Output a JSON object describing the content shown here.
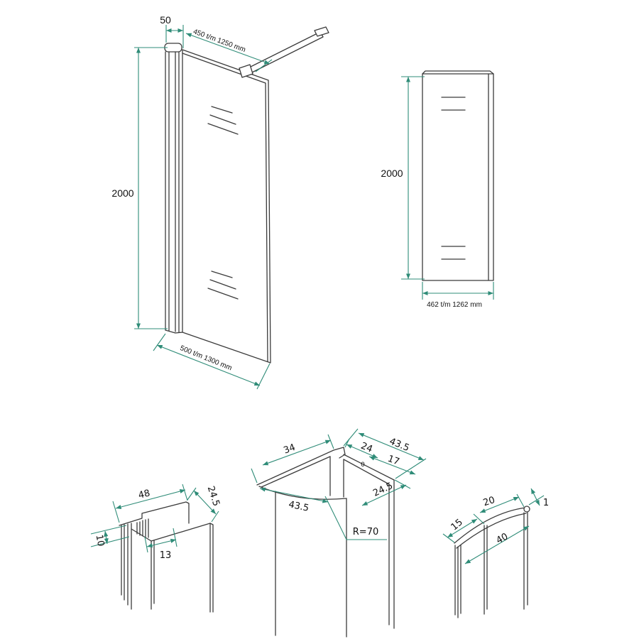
{
  "colors": {
    "outline": "#3b3b3b",
    "dimension": "#2f8c78",
    "background": "#ffffff"
  },
  "wall_view": {
    "profile_width": "50",
    "bar_length": "450 t/m 1250 mm",
    "height": "2000",
    "glass_width": "500 t/m 1300 mm"
  },
  "front_view": {
    "height": "2000",
    "glass_width": "462 t/m 1262 mm"
  },
  "wall_profile": {
    "width": "48",
    "depth": "24.5",
    "slot": "10",
    "channel": "13"
  },
  "center_profile": {
    "top_left": "34",
    "top_inner": "24",
    "top_right": "43.5",
    "inner_right": "17",
    "small_mark": "0",
    "side": "24.5",
    "front": "43.5",
    "radius": "R=70"
  },
  "end_cap": {
    "left": "15",
    "middle": "20",
    "right": "1",
    "span": "40"
  }
}
